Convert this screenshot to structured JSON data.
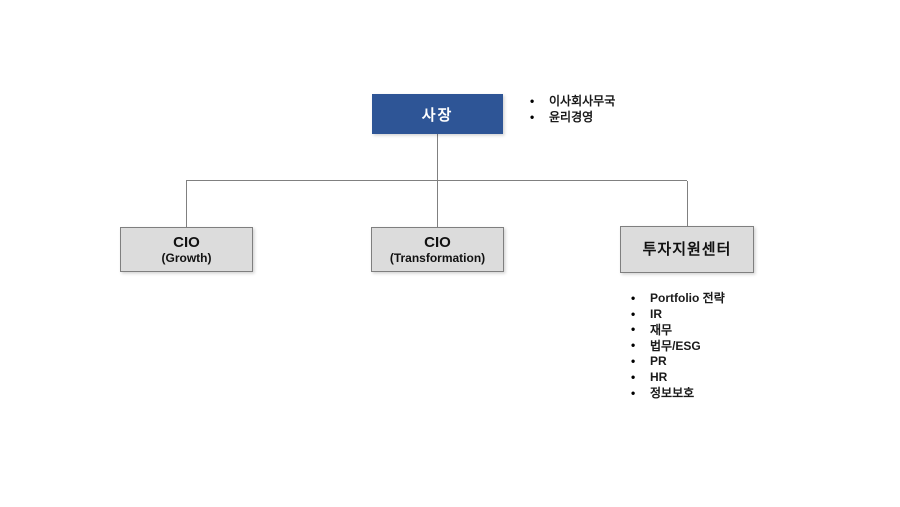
{
  "colors": {
    "accent": "#2e5596",
    "accent-text": "#ffffff",
    "box-fill": "#dcdcdc",
    "box-border": "#7f7f7f",
    "line": "#808080",
    "text": "#1a1a1a",
    "background": "#ffffff"
  },
  "org_chart": {
    "root": {
      "label": "사장"
    },
    "root_notes": [
      "이사회사무국",
      "윤리경영"
    ],
    "children": [
      {
        "title": "CIO",
        "subtitle": "(Growth)"
      },
      {
        "title": "CIO",
        "subtitle": "(Transformation)"
      },
      {
        "title": "투자지원센터"
      }
    ],
    "child_notes": [
      "Portfolio 전략",
      "IR",
      "재무",
      "법무/ESG",
      "PR",
      "HR",
      "정보보호"
    ]
  }
}
